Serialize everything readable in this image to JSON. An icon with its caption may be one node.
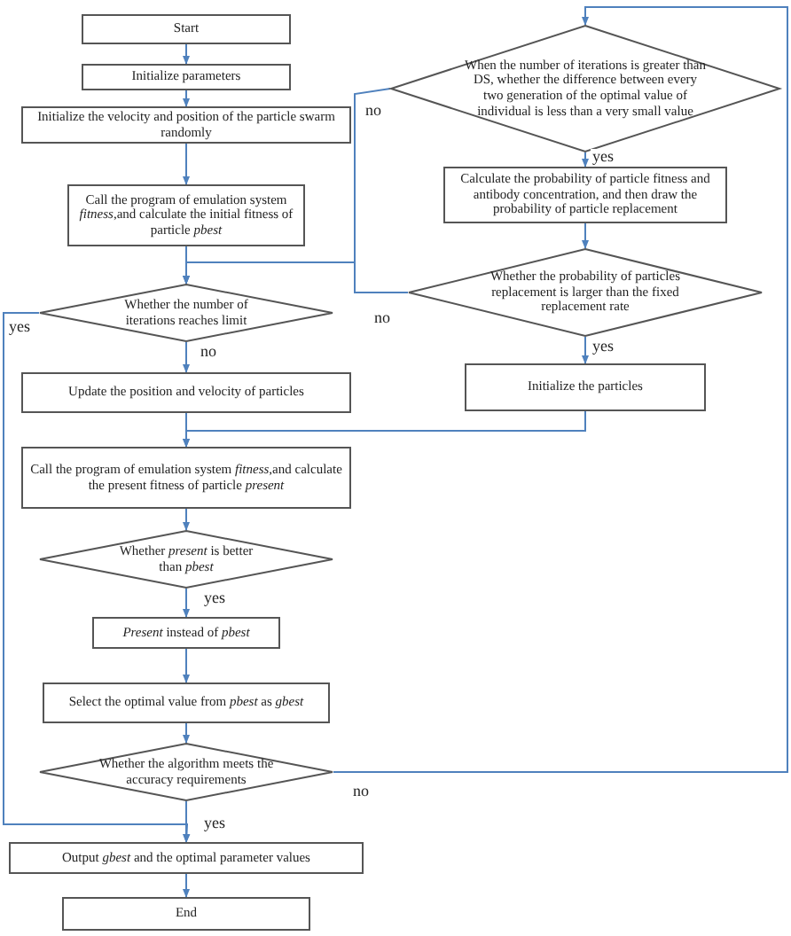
{
  "diagram": {
    "nodes": [
      {
        "text": [
          "Start"
        ]
      },
      {
        "text": [
          "Initialize parameters"
        ]
      },
      {
        "text": [
          "Initialize the velocity and position of the particle swarm randomly"
        ]
      },
      {
        "text": [
          "Call the program of emulation system *fitness*,and calculate the initial fitness of particle *pbest*"
        ]
      },
      {
        "text": [
          "Whether the number of iterations reaches limit"
        ]
      },
      {
        "text": [
          "Update the position and velocity of particles"
        ]
      },
      {
        "text": [
          "Call the program of emulation system *fitness*,and calculate the present fitness of particle *present*"
        ]
      },
      {
        "text": [
          "Whether *present* is better than *pbest*"
        ]
      },
      {
        "text": [
          "*Present* instead of *pbest*"
        ]
      },
      {
        "text": [
          "Select the optimal value from *pbest* as *gbest*"
        ]
      },
      {
        "text": [
          "Whether the algorithm meets the accuracy requirements"
        ]
      },
      {
        "text": [
          "Output *gbest* and the optimal parameter values"
        ]
      },
      {
        "text": [
          "End"
        ]
      },
      {
        "text": [
          "When the number of iterations is greater than DS, whether the difference between every two generation of the optimal value of individual is less than a very small value"
        ]
      },
      {
        "text": [
          "Calculate the probability of particle fitness and antibody concentration, and then draw the probability of particle replacement"
        ]
      },
      {
        "text": [
          "Whether the probability of particles replacement is larger than the fixed replacement rate"
        ]
      },
      {
        "text": [
          "Initialize the particles"
        ]
      }
    ],
    "edges": [
      {
        "from": 0,
        "to": 1,
        "arrow": "to"
      },
      {
        "from": 1,
        "to": 2,
        "arrow": "to"
      },
      {
        "from": 2,
        "to": 3,
        "arrow": "to"
      },
      {
        "from": 3,
        "to": 4,
        "arrow": "to"
      },
      {
        "from": 4,
        "to": 5,
        "arrow": "to",
        "label": "no"
      },
      {
        "from": 4,
        "to": 11,
        "arrow": "to",
        "label": "yes"
      },
      {
        "from": 5,
        "to": 6,
        "arrow": "to"
      },
      {
        "from": 6,
        "to": 7,
        "arrow": "to"
      },
      {
        "from": 7,
        "to": 8,
        "arrow": "to",
        "label": "yes"
      },
      {
        "from": 8,
        "to": 9,
        "arrow": "to"
      },
      {
        "from": 9,
        "to": 10,
        "arrow": "to"
      },
      {
        "from": 10,
        "to": 11,
        "arrow": "to",
        "label": "yes"
      },
      {
        "from": 11,
        "to": 12,
        "arrow": "to"
      },
      {
        "from": 10,
        "to": 13,
        "arrow": "to",
        "label": "no"
      },
      {
        "from": 13,
        "to": 4,
        "arrow": "to",
        "label": "no"
      },
      {
        "from": 13,
        "to": 14,
        "arrow": "to",
        "label": "yes"
      },
      {
        "from": 14,
        "to": 15,
        "arrow": "to"
      },
      {
        "from": 15,
        "to": 4,
        "arrow": "to",
        "label": "no"
      },
      {
        "from": 15,
        "to": 16,
        "arrow": "to",
        "label": "yes"
      },
      {
        "from": 16,
        "to": 6,
        "arrow": "to"
      }
    ]
  }
}
